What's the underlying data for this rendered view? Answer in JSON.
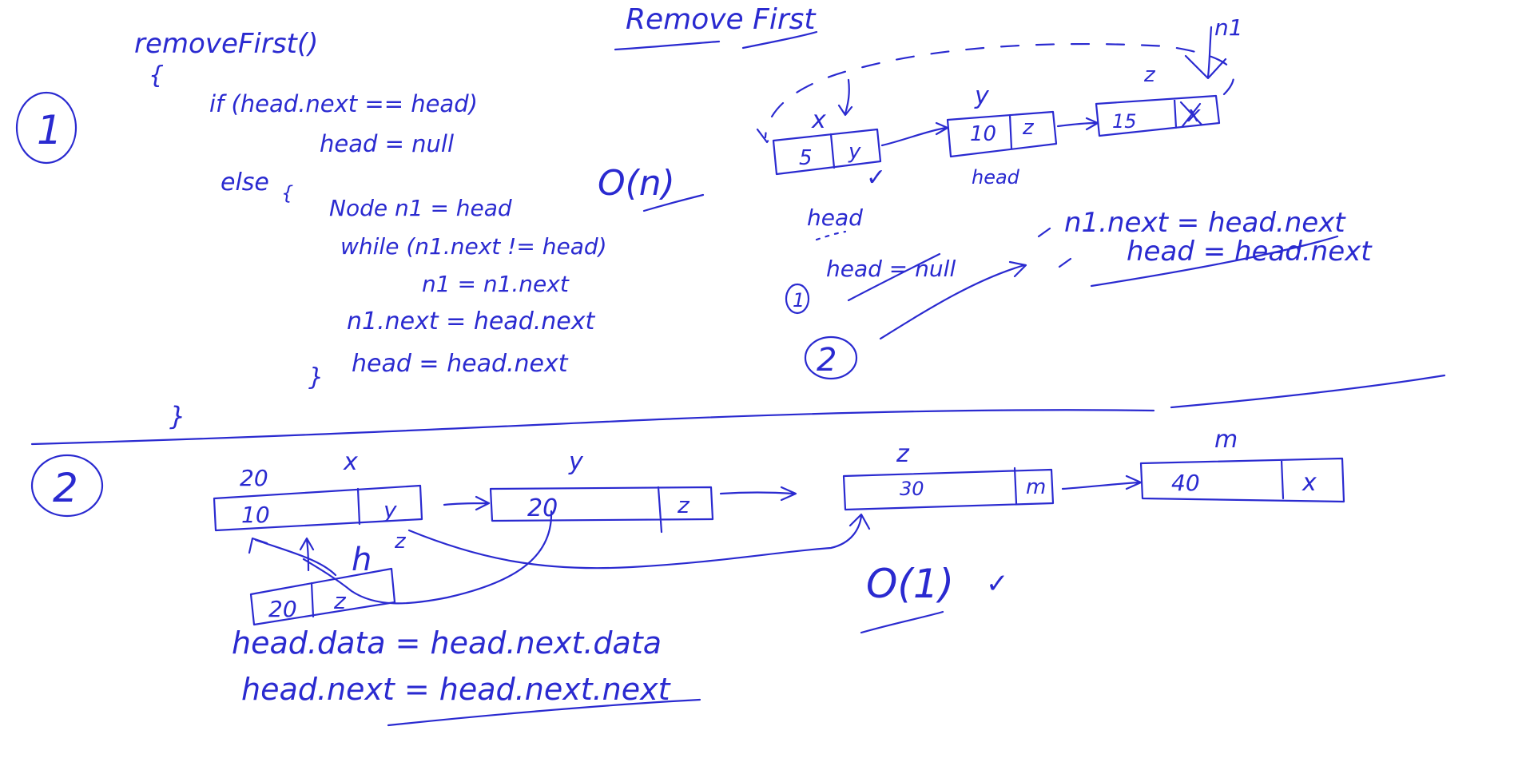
{
  "ink_color": "#2a2ad0",
  "background": "#ffffff",
  "title": "Remove First",
  "code": {
    "signature": "removeFirst()",
    "open_brace": "{",
    "if_line": "if (head.next == head)",
    "then_line": "head = null",
    "else_kw": "else",
    "else_brace": "{",
    "node_line": "Node n1 = head",
    "while_line": "while (n1.next != head)",
    "advance_line": "n1 = n1.next",
    "link_line": "n1.next = head.next",
    "head_line": "head = head.next",
    "close_inner": "}",
    "close_outer": "}"
  },
  "circle_labels": {
    "one": "1",
    "two": "2"
  },
  "complexity_on": "O(n)",
  "complexity_o1": "O(1)",
  "top_list": {
    "nodes": [
      {
        "label": "x",
        "data": "5",
        "next": "y"
      },
      {
        "label": "y",
        "data": "10",
        "next": "z"
      },
      {
        "label": "z",
        "data": "15",
        "next": "x"
      }
    ],
    "head_label": "head",
    "head_label2": "head",
    "n1_label": "n1",
    "case1_num": "1",
    "case1_text": "head = null",
    "case2_num": "2",
    "case2_line1": "n1.next = head.next",
    "case2_line2": "head = head.next",
    "check": "✓"
  },
  "bottom_list": {
    "nodes": [
      {
        "label": "x",
        "data": "10",
        "next": "y",
        "above": "20"
      },
      {
        "label": "y",
        "data": "20",
        "next": "z"
      },
      {
        "label": "z",
        "data": "30",
        "next": "m"
      },
      {
        "label": "m",
        "data": "40",
        "next": "x"
      }
    ],
    "copy_node": {
      "data": "20",
      "next": "z"
    },
    "h_label": "h",
    "z_label": "z",
    "line1": "head.data = head.next.data",
    "line2": "head.next = head.next.next",
    "check": "✓"
  }
}
